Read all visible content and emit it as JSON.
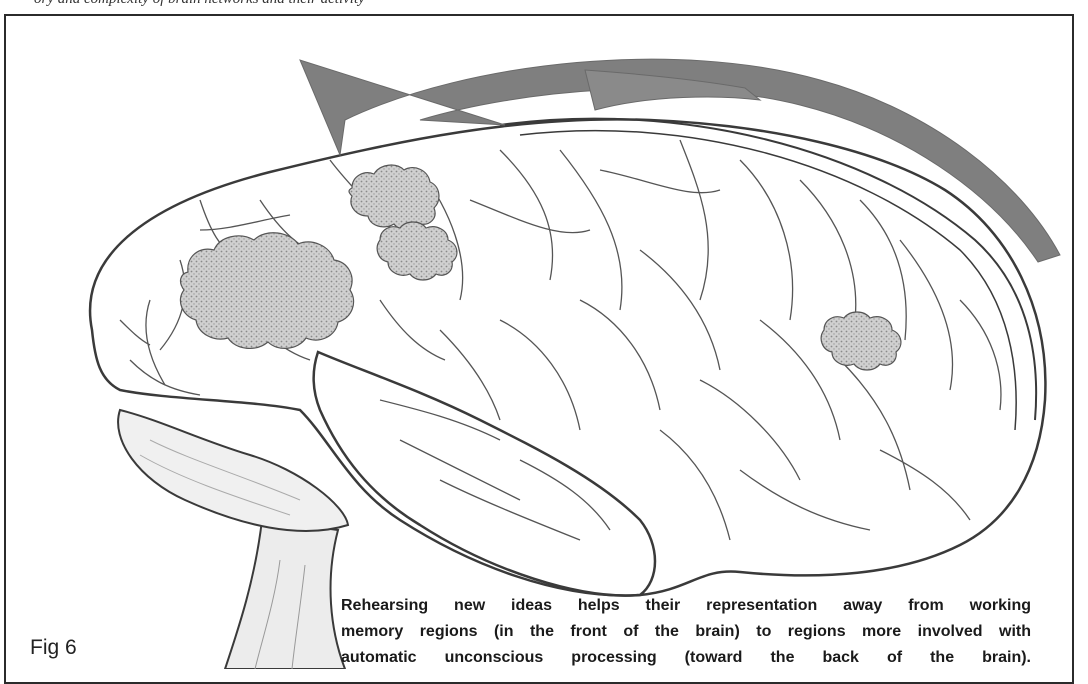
{
  "page": {
    "top_text": "ory and complexity of brain networks and their activity",
    "figure_label": "Fig 6",
    "caption_lines": [
      "Rehearsing new ideas helps their representation away from working",
      "memory regions (in the front of the brain) to regions more involved with",
      "automatic unconscious processing (toward the back of the brain)."
    ]
  },
  "colors": {
    "arrow": "#7f7f7f",
    "outline": "#3a3a3a",
    "blob_fill": "#c9c9c9"
  }
}
